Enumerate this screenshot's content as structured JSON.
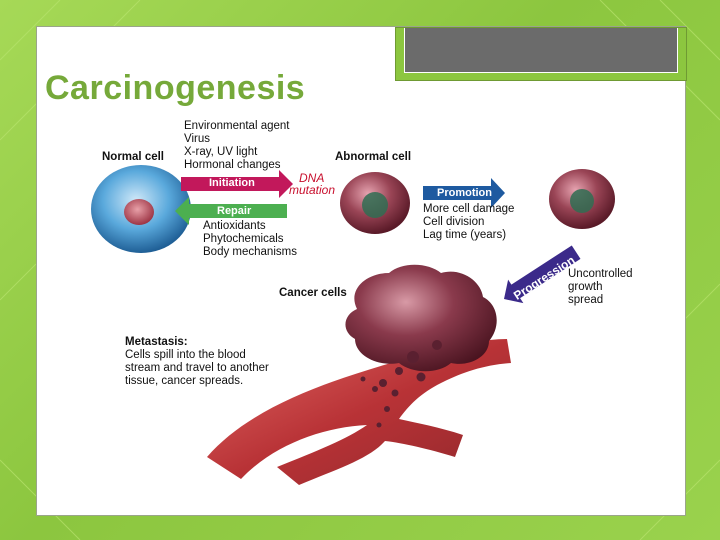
{
  "slide": {
    "title": "Carcinogenesis"
  },
  "diagram": {
    "normal_cell_label": "Normal cell",
    "abnormal_cell_label": "Abnormal cell",
    "cancer_cells_label": "Cancer cells",
    "initiation_factors": [
      "Environmental agent",
      "Virus",
      "X-ray, UV light",
      "Hormonal changes"
    ],
    "initiation_label": "Initiation",
    "dna_mutation": [
      "DNA",
      "mutation"
    ],
    "repair_label": "Repair",
    "repair_factors": [
      "Antioxidants",
      "Phytochemicals",
      "Body mechanisms"
    ],
    "promotion_label": "Promotion",
    "promotion_effects": [
      "More cell damage",
      "Cell division",
      "Lag time (years)"
    ],
    "progression_label": "Progression",
    "progression_effects": [
      "Uncontrolled",
      "growth",
      "spread"
    ],
    "metastasis_title": "Metastasis:",
    "metastasis_text": [
      "Cells spill into the blood",
      "stream and travel to another",
      "tissue, cancer spreads."
    ]
  },
  "colors": {
    "background": "#8cc63f",
    "title_text": "#76a93a",
    "initiation_arrow": "#c2185b",
    "repair_arrow": "#4caf50",
    "promotion_arrow": "#1e5aa0",
    "progression_arrow": "#3b2a8a",
    "dna_mutation_text": "#c8102e",
    "normal_cell": "#5aa9dc",
    "abnormal_cell": "#8b3a4a",
    "blood_vessel": "#b5282c"
  }
}
